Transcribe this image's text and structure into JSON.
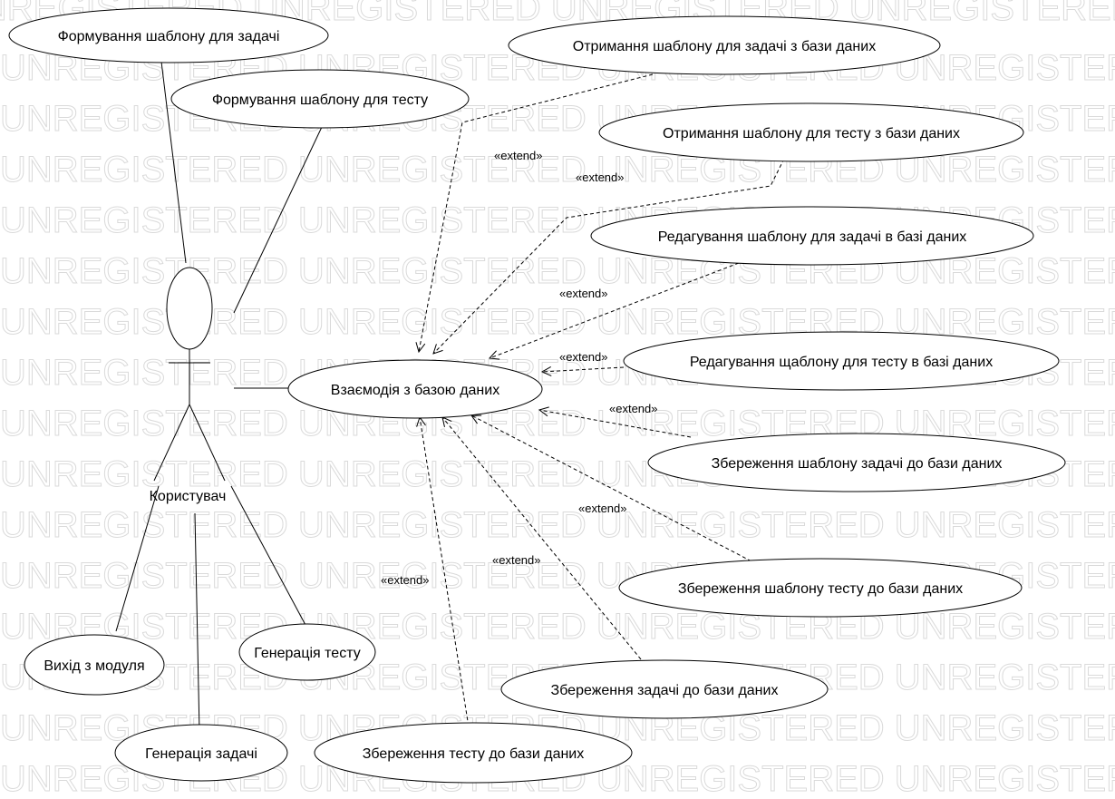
{
  "watermark": "UNREGISTERED UNREGISTERED UNREGISTERED UNREGISTERED UNREGISTERED UNREGISTERED",
  "actor": {
    "label": "Користувач"
  },
  "extend_label": "«extend»",
  "use_cases": {
    "central": "Взаємодія з базою даних",
    "form_task": "Формування шаблону для задачі",
    "form_test": "Формування шаблону для тесту",
    "get_task": "Отримання шаблону для задачі з бази даних",
    "get_test": "Отримання шаблону для тесту з бази даних",
    "edit_task": "Редагування шаблону для задачі в базі даних",
    "edit_test": "Редагування щаблону для тесту в базі даних",
    "save_task_tpl": "Збереження шаблону задачі до бази даних",
    "save_test_tpl": "Збереження шаблону тесту до бази даних",
    "save_task": "Збереження задачі до бази даних",
    "save_test": "Збереження тесту до бази даних",
    "exit": "Вихід з модуля",
    "gen_test": "Генерація тесту",
    "gen_task": "Генерація задачі"
  }
}
